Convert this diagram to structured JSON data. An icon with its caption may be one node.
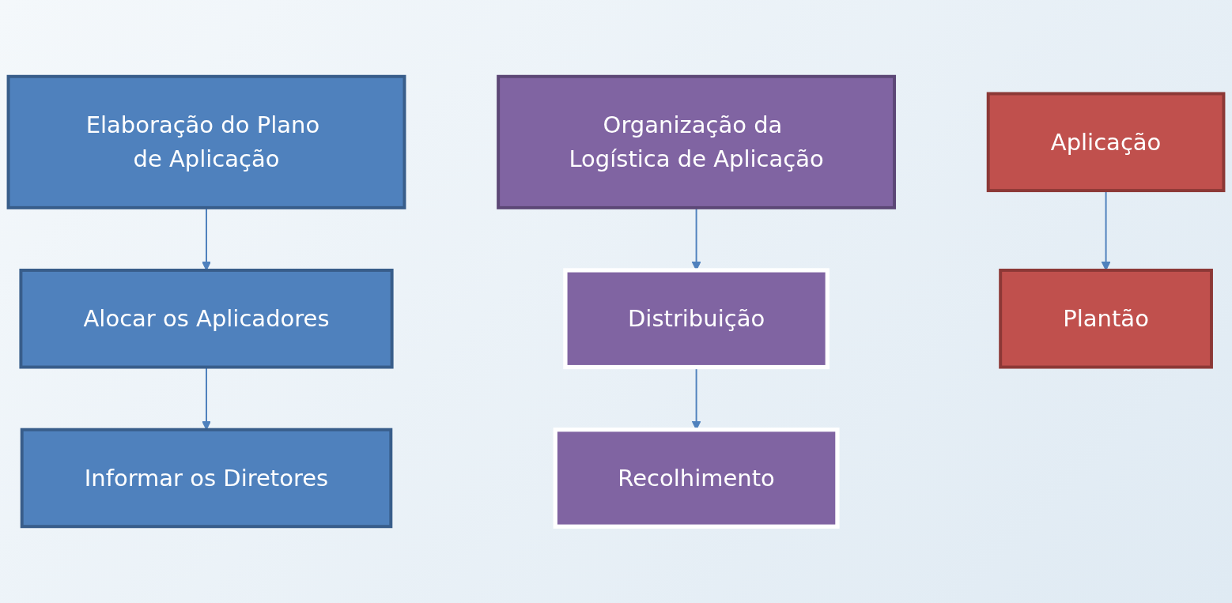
{
  "diagram": {
    "nodes": [
      {
        "text": [
          "Elaboração do Plano de Aplicação"
        ]
      },
      {
        "text": [
          "Alocar os Aplicadores"
        ]
      },
      {
        "text": [
          "Informar os Diretores"
        ]
      },
      {
        "text": [
          "Organização da Logística de Aplicação"
        ]
      },
      {
        "text": [
          "Distribuição"
        ]
      },
      {
        "text": [
          "Recolhimento"
        ]
      },
      {
        "text": [
          "Aplicação"
        ]
      },
      {
        "text": [
          "Plantão"
        ]
      }
    ],
    "edges": [
      {
        "from": 0,
        "to": 1,
        "arrow": "to"
      },
      {
        "from": 1,
        "to": 2,
        "arrow": "to"
      },
      {
        "from": 3,
        "to": 4,
        "arrow": "to"
      },
      {
        "from": 4,
        "to": 5,
        "arrow": "to"
      },
      {
        "from": 6,
        "to": 7,
        "arrow": "to"
      }
    ]
  }
}
